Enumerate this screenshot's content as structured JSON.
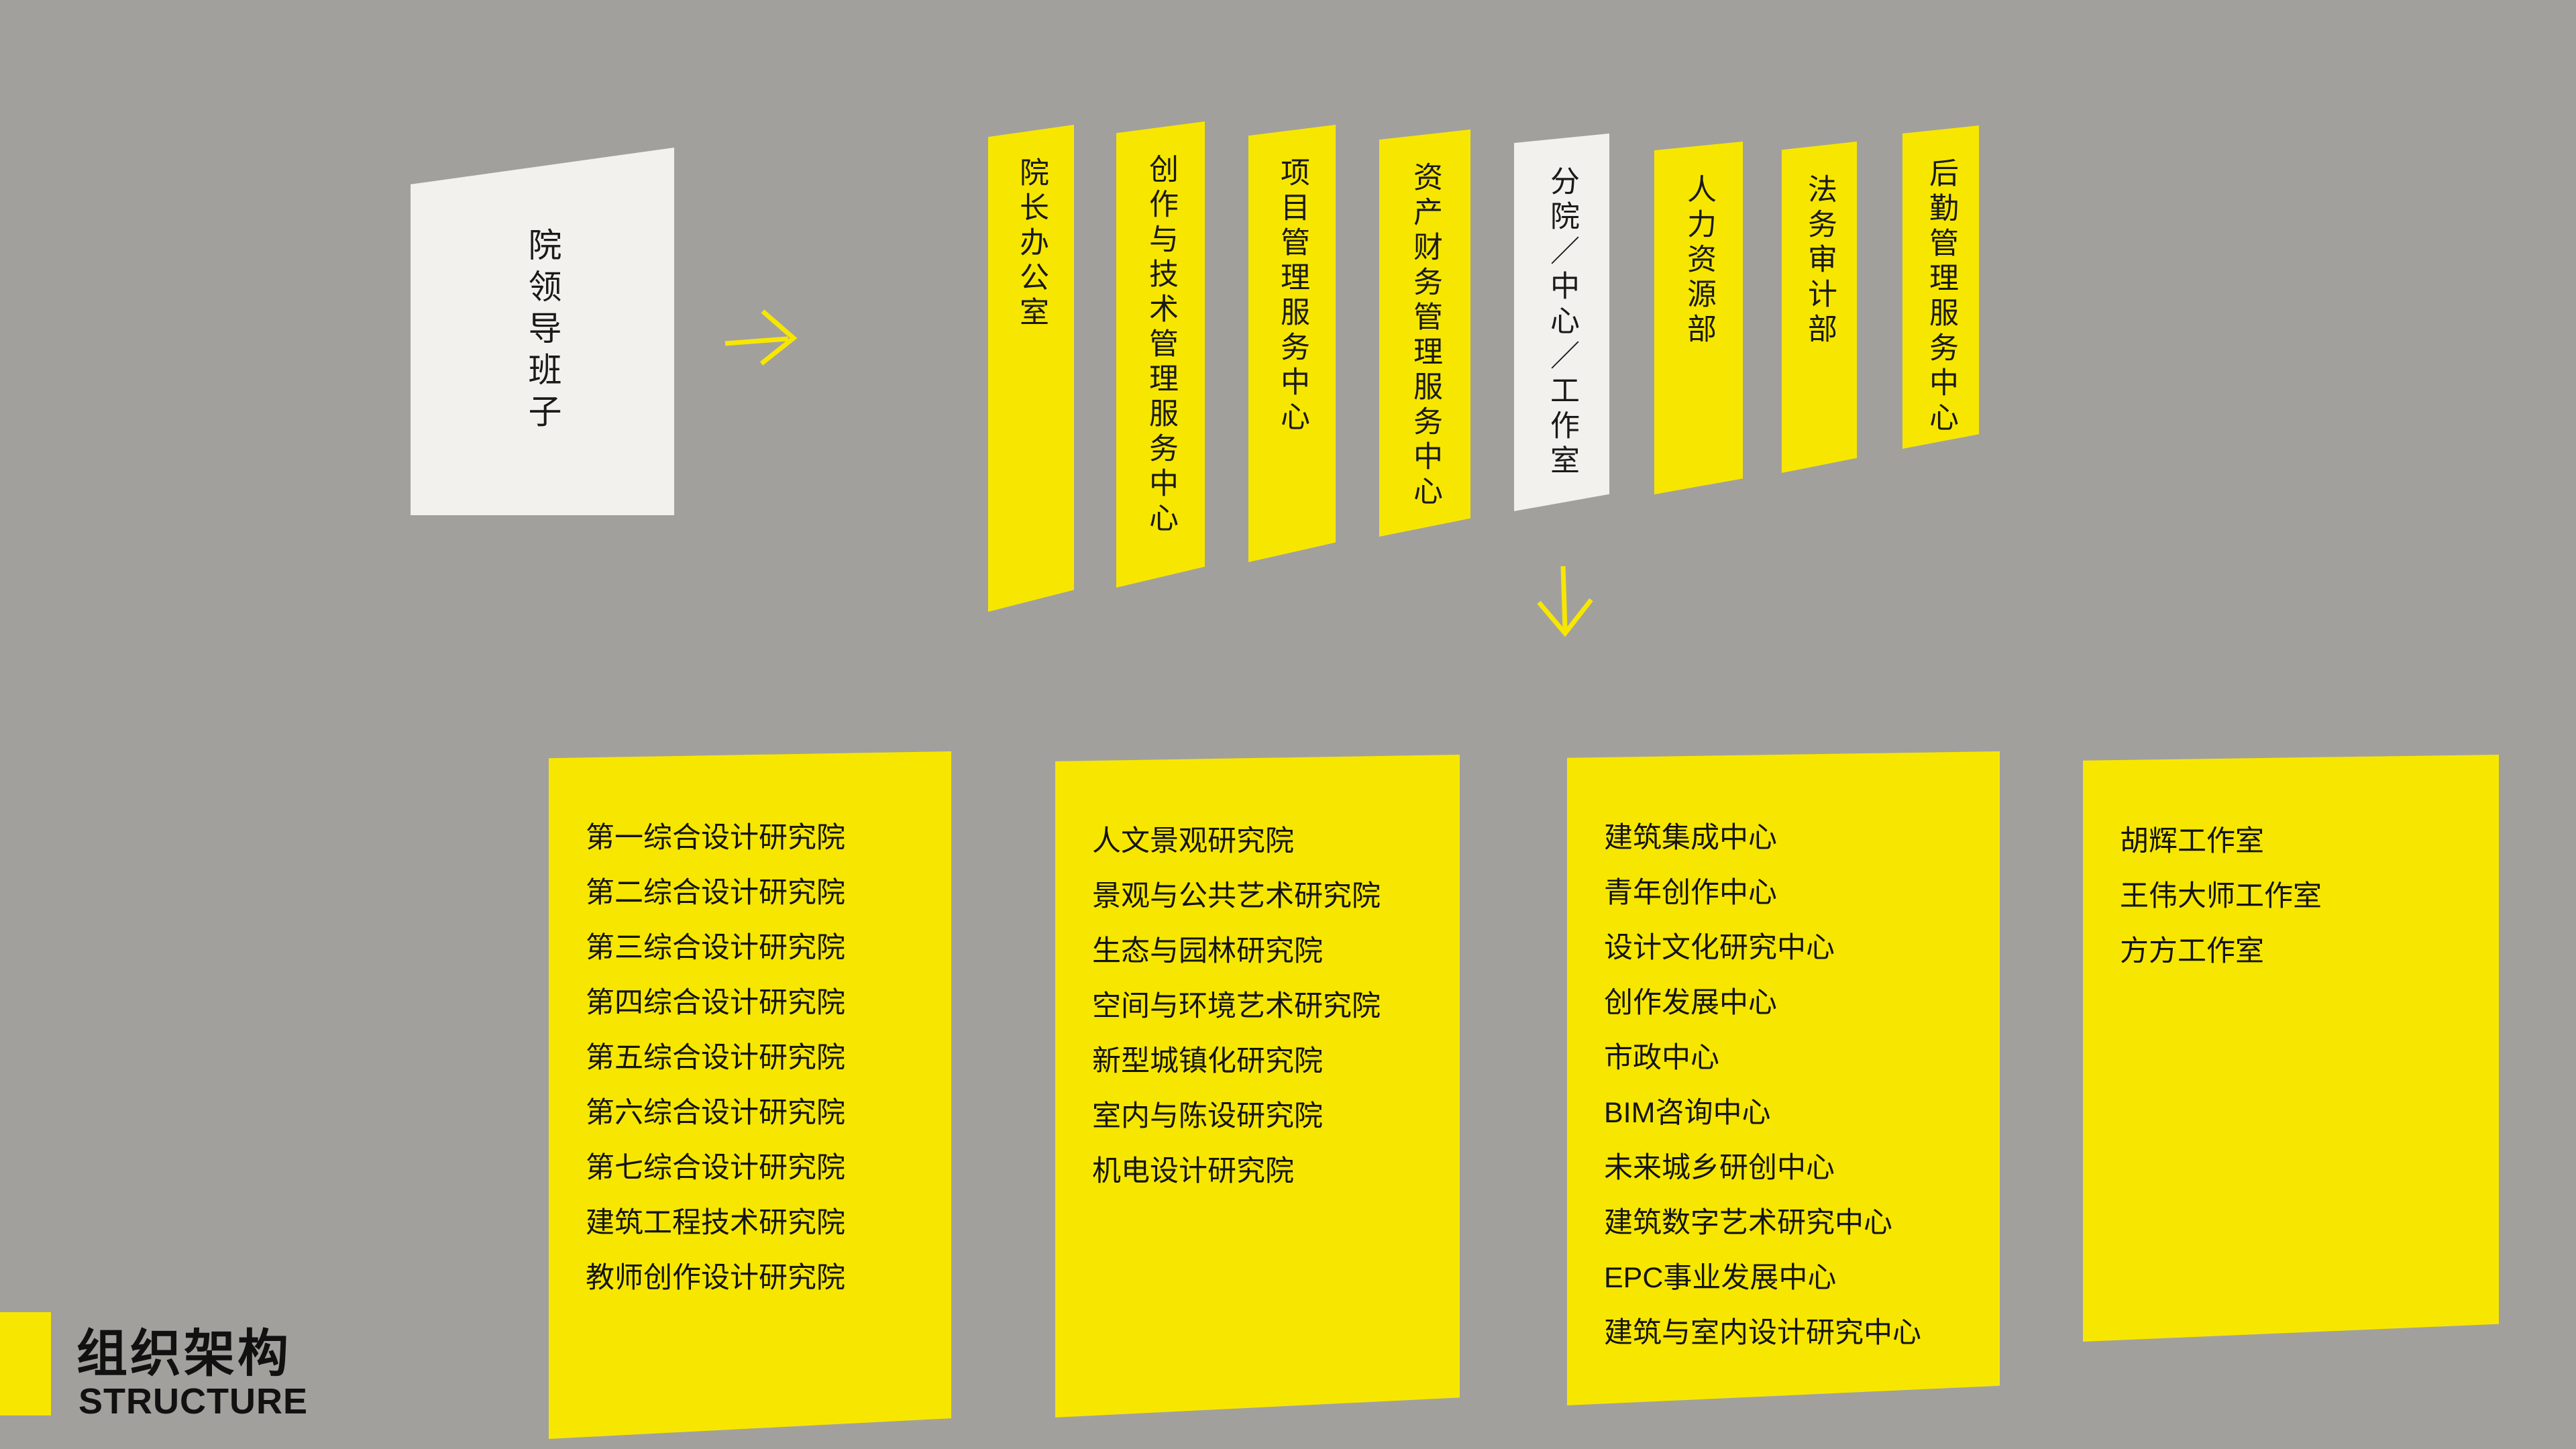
{
  "page": {
    "title_cn": "组织架构",
    "title_en": "STRUCTURE"
  },
  "colors": {
    "background": "#a2a09d",
    "accent_yellow": "#f7e700",
    "neutral_panel": "#f3f1ee",
    "text": "#1a1a1a"
  },
  "icons": {
    "arrow_right": "flow-arrow-right",
    "arrow_down": "flow-arrow-down"
  },
  "leadership": {
    "label": "院领导班子"
  },
  "departments": [
    {
      "label": "院长办公室",
      "variant": "yellow"
    },
    {
      "label": "创作与技术管理服务中心",
      "variant": "yellow"
    },
    {
      "label": "项目管理服务中心",
      "variant": "yellow"
    },
    {
      "label": "资产财务管理服务中心",
      "variant": "yellow"
    },
    {
      "label": "分院／中心／工作室",
      "variant": "white"
    },
    {
      "label": "人力资源部",
      "variant": "yellow"
    },
    {
      "label": "法务审计部",
      "variant": "yellow"
    },
    {
      "label": "后勤管理服务中心",
      "variant": "yellow"
    }
  ],
  "panels": [
    {
      "name": "design-institutes",
      "items": [
        "第一综合设计研究院",
        "第二综合设计研究院",
        "第三综合设计研究院",
        "第四综合设计研究院",
        "第五综合设计研究院",
        "第六综合设计研究院",
        "第七综合设计研究院",
        "建筑工程技术研究院",
        "教师创作设计研究院"
      ]
    },
    {
      "name": "research-institutes",
      "items": [
        "人文景观研究院",
        "景观与公共艺术研究院",
        "生态与园林研究院",
        "空间与环境艺术研究院",
        "新型城镇化研究院",
        "室内与陈设研究院",
        "机电设计研究院"
      ]
    },
    {
      "name": "centers",
      "items": [
        "建筑集成中心",
        "青年创作中心",
        "设计文化研究中心",
        "创作发展中心",
        "市政中心",
        "BIM咨询中心",
        "未来城乡研创中心",
        "建筑数字艺术研究中心",
        "EPC事业发展中心",
        "建筑与室内设计研究中心"
      ]
    },
    {
      "name": "studios",
      "items": [
        "胡辉工作室",
        "王伟大师工作室",
        "方方工作室"
      ]
    }
  ]
}
